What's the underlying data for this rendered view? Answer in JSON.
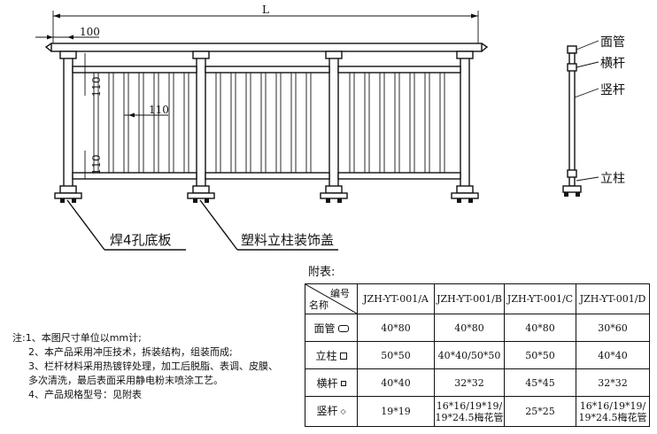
{
  "dimensions": {
    "total_length": "L",
    "offset": "100",
    "gap_top": "110",
    "bar_spacing": "110",
    "gap_bottom": "110"
  },
  "callouts": {
    "base_plate": "焊4孔底板",
    "post_cover": "塑料立柱装饰盖"
  },
  "side_view_labels": {
    "handrail": "面管",
    "cross_rail": "横杆",
    "baluster": "竖杆",
    "post": "立柱"
  },
  "appendix": {
    "title": "附表:",
    "corner_code": "编号",
    "corner_name": "名称",
    "models": [
      "JZH-YT-001/A",
      "JZH-YT-001/B",
      "JZH-YT-001/C",
      "JZH-YT-001/D"
    ],
    "rows": [
      {
        "name": "面管",
        "shape": "oval",
        "values": [
          "40*80",
          "40*80",
          "40*80",
          "30*60"
        ]
      },
      {
        "name": "立柱",
        "shape": "square",
        "values": [
          "50*50",
          "40*40/50*50",
          "50*50",
          "40*40"
        ]
      },
      {
        "name": "横杆",
        "shape": "small-square",
        "values": [
          "40*40",
          "32*32",
          "45*45",
          "32*32"
        ]
      },
      {
        "name": "竖杆",
        "shape": "diamond",
        "values": [
          "19*19",
          "16*16/19*19/\n19*24.5梅花管",
          "25*25",
          "16*16/19*19/\n19*24.5梅花管"
        ]
      }
    ]
  },
  "notes": [
    "注:1、本图尺寸单位以mm计;",
    "2、本产品采用冲压技术，拆装结构，组装而成;",
    "3、栏杆材料采用热镀锌处理，加工后脱脂、表调、皮膜、",
    "多次清洗，最后表面采用静电粉末喷涂工艺。",
    "4、产品规格型号：见附表"
  ]
}
